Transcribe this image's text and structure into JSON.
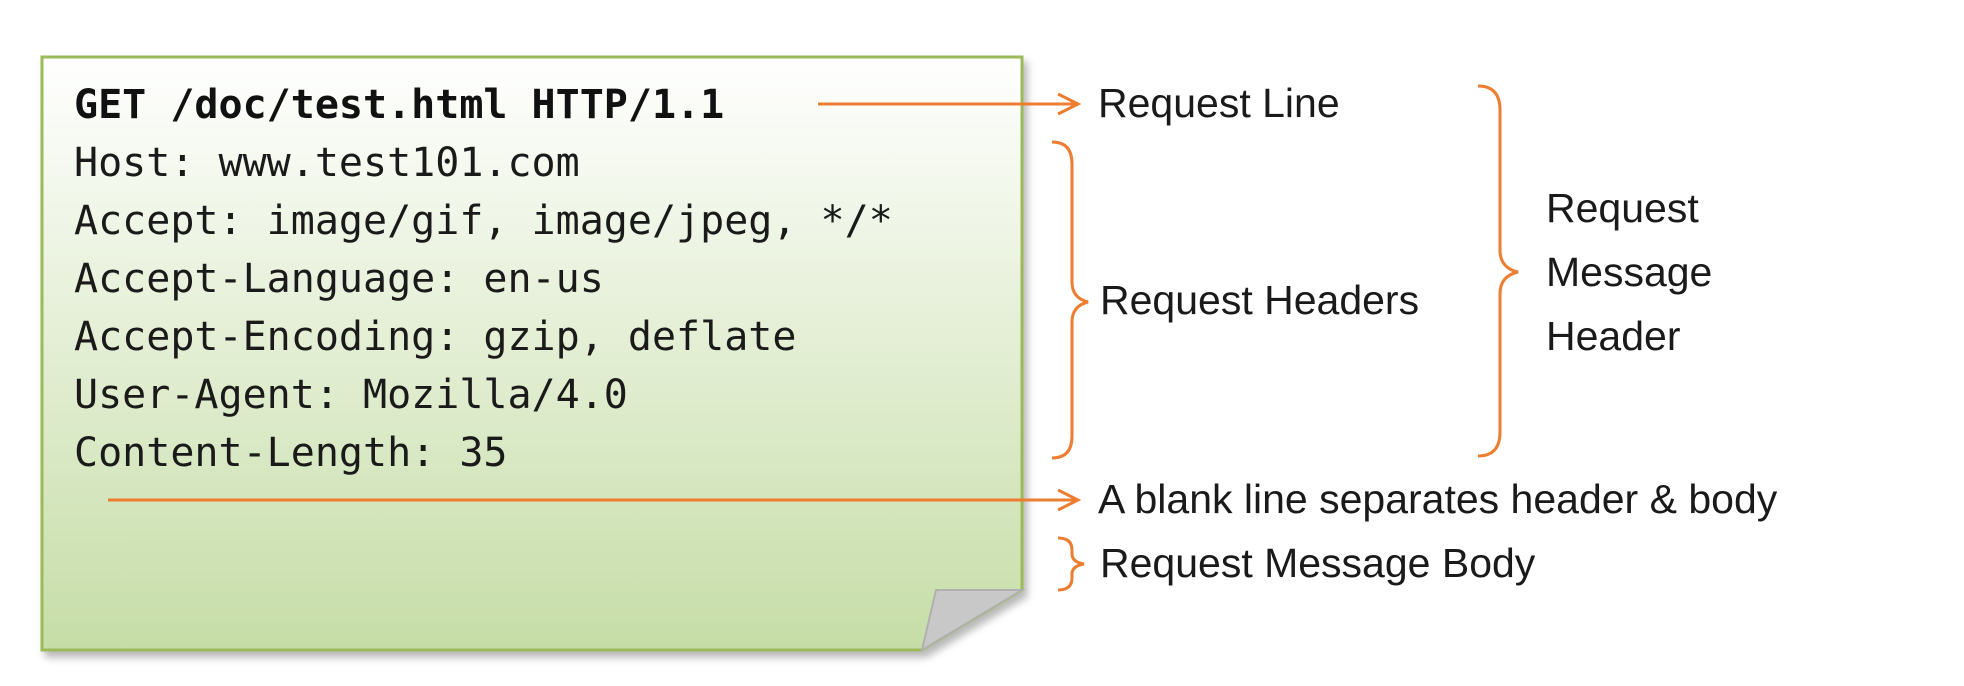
{
  "request": {
    "request_line": "GET /doc/test.html HTTP/1.1",
    "headers": [
      "Host: www.test101.com",
      "Accept: image/gif, image/jpeg, */*",
      "Accept-Language: en-us",
      "Accept-Encoding: gzip, deflate",
      "User-Agent: Mozilla/4.0",
      "Content-Length: 35"
    ]
  },
  "labels": {
    "request_line": "Request Line",
    "request_headers": "Request Headers",
    "message_header": [
      "Request",
      "Message",
      "Header"
    ],
    "blank_line": "A blank line separates header & body",
    "message_body": "Request Message Body"
  },
  "colors": {
    "accent": "#ED7D31",
    "note_fill_top": "#FFFFFF",
    "note_fill_bottom": "#C6DDA7",
    "note_border": "#9BBB59"
  }
}
